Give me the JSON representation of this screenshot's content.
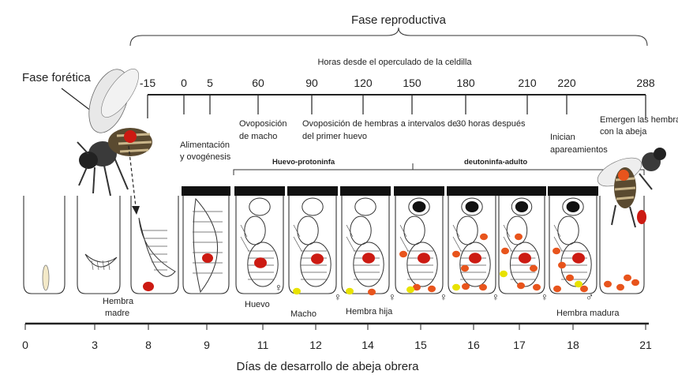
{
  "title_top": "Fase reproductiva",
  "hours_label": "Horas desde el operculado de la celdilla",
  "hour_ticks": [
    "-15",
    "0",
    "5",
    "60",
    "90",
    "120",
    "150",
    "180",
    "210",
    "220",
    "288"
  ],
  "phoretic_label": "Fase forética",
  "annotations": {
    "feeding": [
      "Alimentación",
      "y ovogénesis"
    ],
    "male_laying": [
      "Ovoposición",
      "de macho"
    ],
    "female_laying": [
      "Ovoposición de hembras a intervalos de",
      "del primer huevo"
    ],
    "hours30": "30 horas después",
    "mating": [
      "Inician",
      "apareamientos"
    ],
    "emerge": [
      "Emergen las hembras",
      "con la abeja"
    ]
  },
  "stage_groups": {
    "egg": "Huevo-protoninfa",
    "deuto": "deutoninfa-adulto"
  },
  "bottom_labels": {
    "mother": [
      "Hembra",
      "madre"
    ],
    "egg": "Huevo",
    "male": "Macho",
    "daughter": "Hembra hija",
    "mature": "Hembra madura"
  },
  "day_ticks": [
    "0",
    "3",
    "8",
    "9",
    "11",
    "12",
    "14",
    "15",
    "16",
    "17",
    "18",
    "21"
  ],
  "x_axis_label": "Días de desarrollo de abeja obrera",
  "colors": {
    "mite": "#cc1a12",
    "nymph": "#e8541c",
    "male": "#e8e200",
    "cap": "#111111"
  }
}
